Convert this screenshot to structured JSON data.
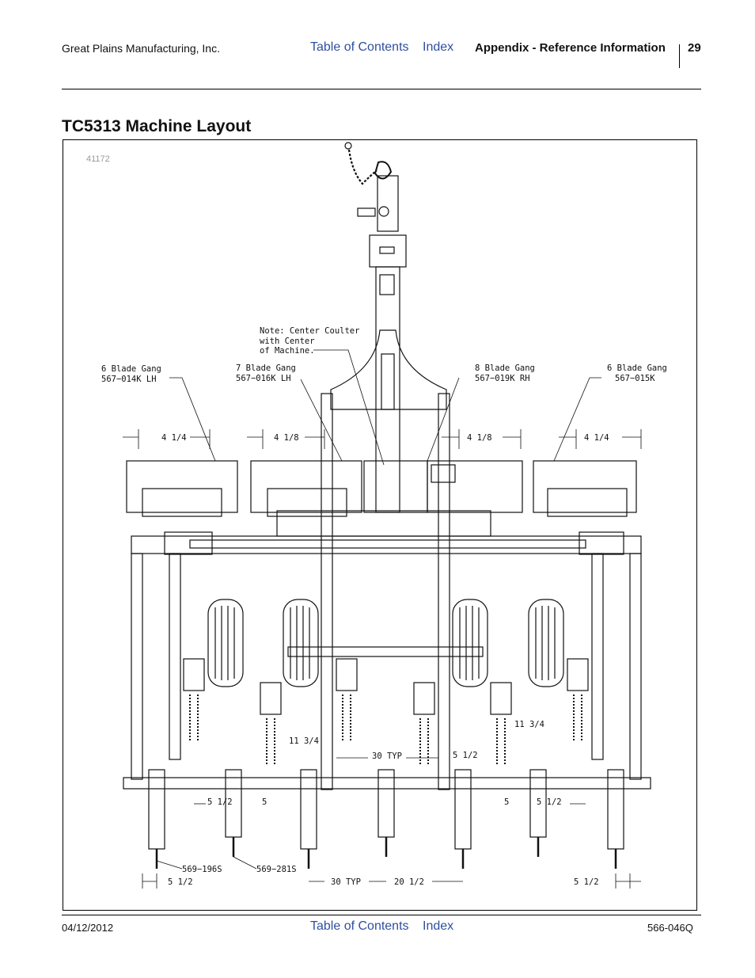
{
  "header": {
    "company": "Great Plains Manufacturing, Inc.",
    "toc_link": "Table of Contents",
    "index_link": "Index",
    "section": "Appendix - Reference Information",
    "page_number": "29"
  },
  "title": "TC5313 Machine Layout",
  "figure": {
    "figure_id": "41172",
    "note": [
      "Note: Center Coulter",
      "with Center",
      "of Machine."
    ],
    "gangs": [
      {
        "name": "6 Blade Gang",
        "part": "567−014K LH"
      },
      {
        "name": "7 Blade Gang",
        "part": "567−016K LH"
      },
      {
        "name": "8 Blade Gang",
        "part": "567−019K RH"
      },
      {
        "name": "6 Blade Gang",
        "part": "567−015K"
      }
    ],
    "dims": {
      "d_4_1_4": "4  1/4",
      "d_4_1_8": "4  1/8",
      "d_11_3_4": "11  3/4",
      "d_30_typ": "30 TYP",
      "d_5_1_2": "5  1/2",
      "d_5": "5",
      "d_20_1_2": "20  1/2"
    },
    "parts": {
      "shank_a": "569−196S",
      "shank_b": "569−281S"
    }
  },
  "footer": {
    "date": "04/12/2012",
    "toc_link": "Table of Contents",
    "index_link": "Index",
    "doc_number": "566-046Q"
  }
}
